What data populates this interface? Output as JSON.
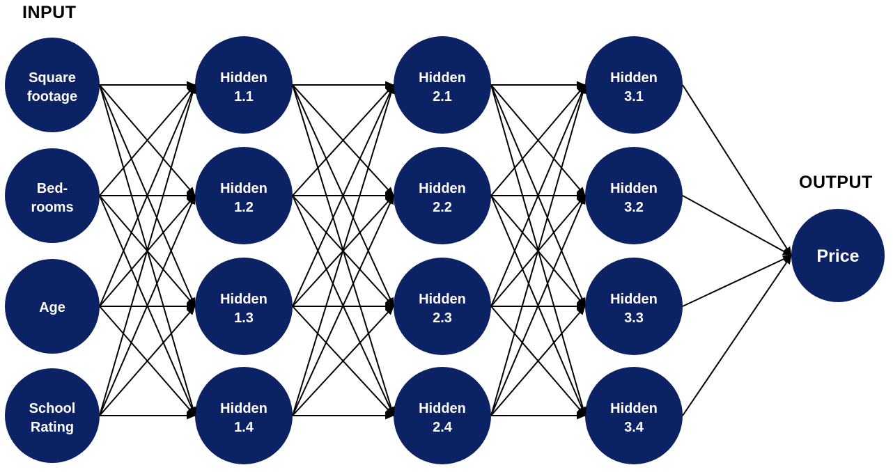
{
  "diagram": {
    "type": "neural-network",
    "input_heading": "INPUT",
    "output_heading": "OUTPUT",
    "colors": {
      "node_fill": "#0b2364",
      "node_text": "#ffffff",
      "edge": "#000000",
      "heading_text": "#000000",
      "background": "#ffffff"
    },
    "layers": [
      {
        "id": "input",
        "nodes": [
          {
            "id": "input-square-footage",
            "label_lines": [
              "Square",
              "footage"
            ]
          },
          {
            "id": "input-bedrooms",
            "label_lines": [
              "Bed-",
              "rooms"
            ]
          },
          {
            "id": "input-age",
            "label_lines": [
              "Age"
            ]
          },
          {
            "id": "input-school-rating",
            "label_lines": [
              "School",
              "Rating"
            ]
          }
        ]
      },
      {
        "id": "hidden-1",
        "nodes": [
          {
            "id": "hidden-1-1",
            "label_lines": [
              "Hidden",
              "1.1"
            ]
          },
          {
            "id": "hidden-1-2",
            "label_lines": [
              "Hidden",
              "1.2"
            ]
          },
          {
            "id": "hidden-1-3",
            "label_lines": [
              "Hidden",
              "1.3"
            ]
          },
          {
            "id": "hidden-1-4",
            "label_lines": [
              "Hidden",
              "1.4"
            ]
          }
        ]
      },
      {
        "id": "hidden-2",
        "nodes": [
          {
            "id": "hidden-2-1",
            "label_lines": [
              "Hidden",
              "2.1"
            ]
          },
          {
            "id": "hidden-2-2",
            "label_lines": [
              "Hidden",
              "2.2"
            ]
          },
          {
            "id": "hidden-2-3",
            "label_lines": [
              "Hidden",
              "2.3"
            ]
          },
          {
            "id": "hidden-2-4",
            "label_lines": [
              "Hidden",
              "2.4"
            ]
          }
        ]
      },
      {
        "id": "hidden-3",
        "nodes": [
          {
            "id": "hidden-3-1",
            "label_lines": [
              "Hidden",
              "3.1"
            ]
          },
          {
            "id": "hidden-3-2",
            "label_lines": [
              "Hidden",
              "3.2"
            ]
          },
          {
            "id": "hidden-3-3",
            "label_lines": [
              "Hidden",
              "3.3"
            ]
          },
          {
            "id": "hidden-3-4",
            "label_lines": [
              "Hidden",
              "3.4"
            ]
          }
        ]
      },
      {
        "id": "output",
        "nodes": [
          {
            "id": "output-price",
            "label_lines": [
              "Price"
            ]
          }
        ]
      }
    ],
    "connectivity": "each layer fully connected to the next, arrows point toward the next layer"
  }
}
